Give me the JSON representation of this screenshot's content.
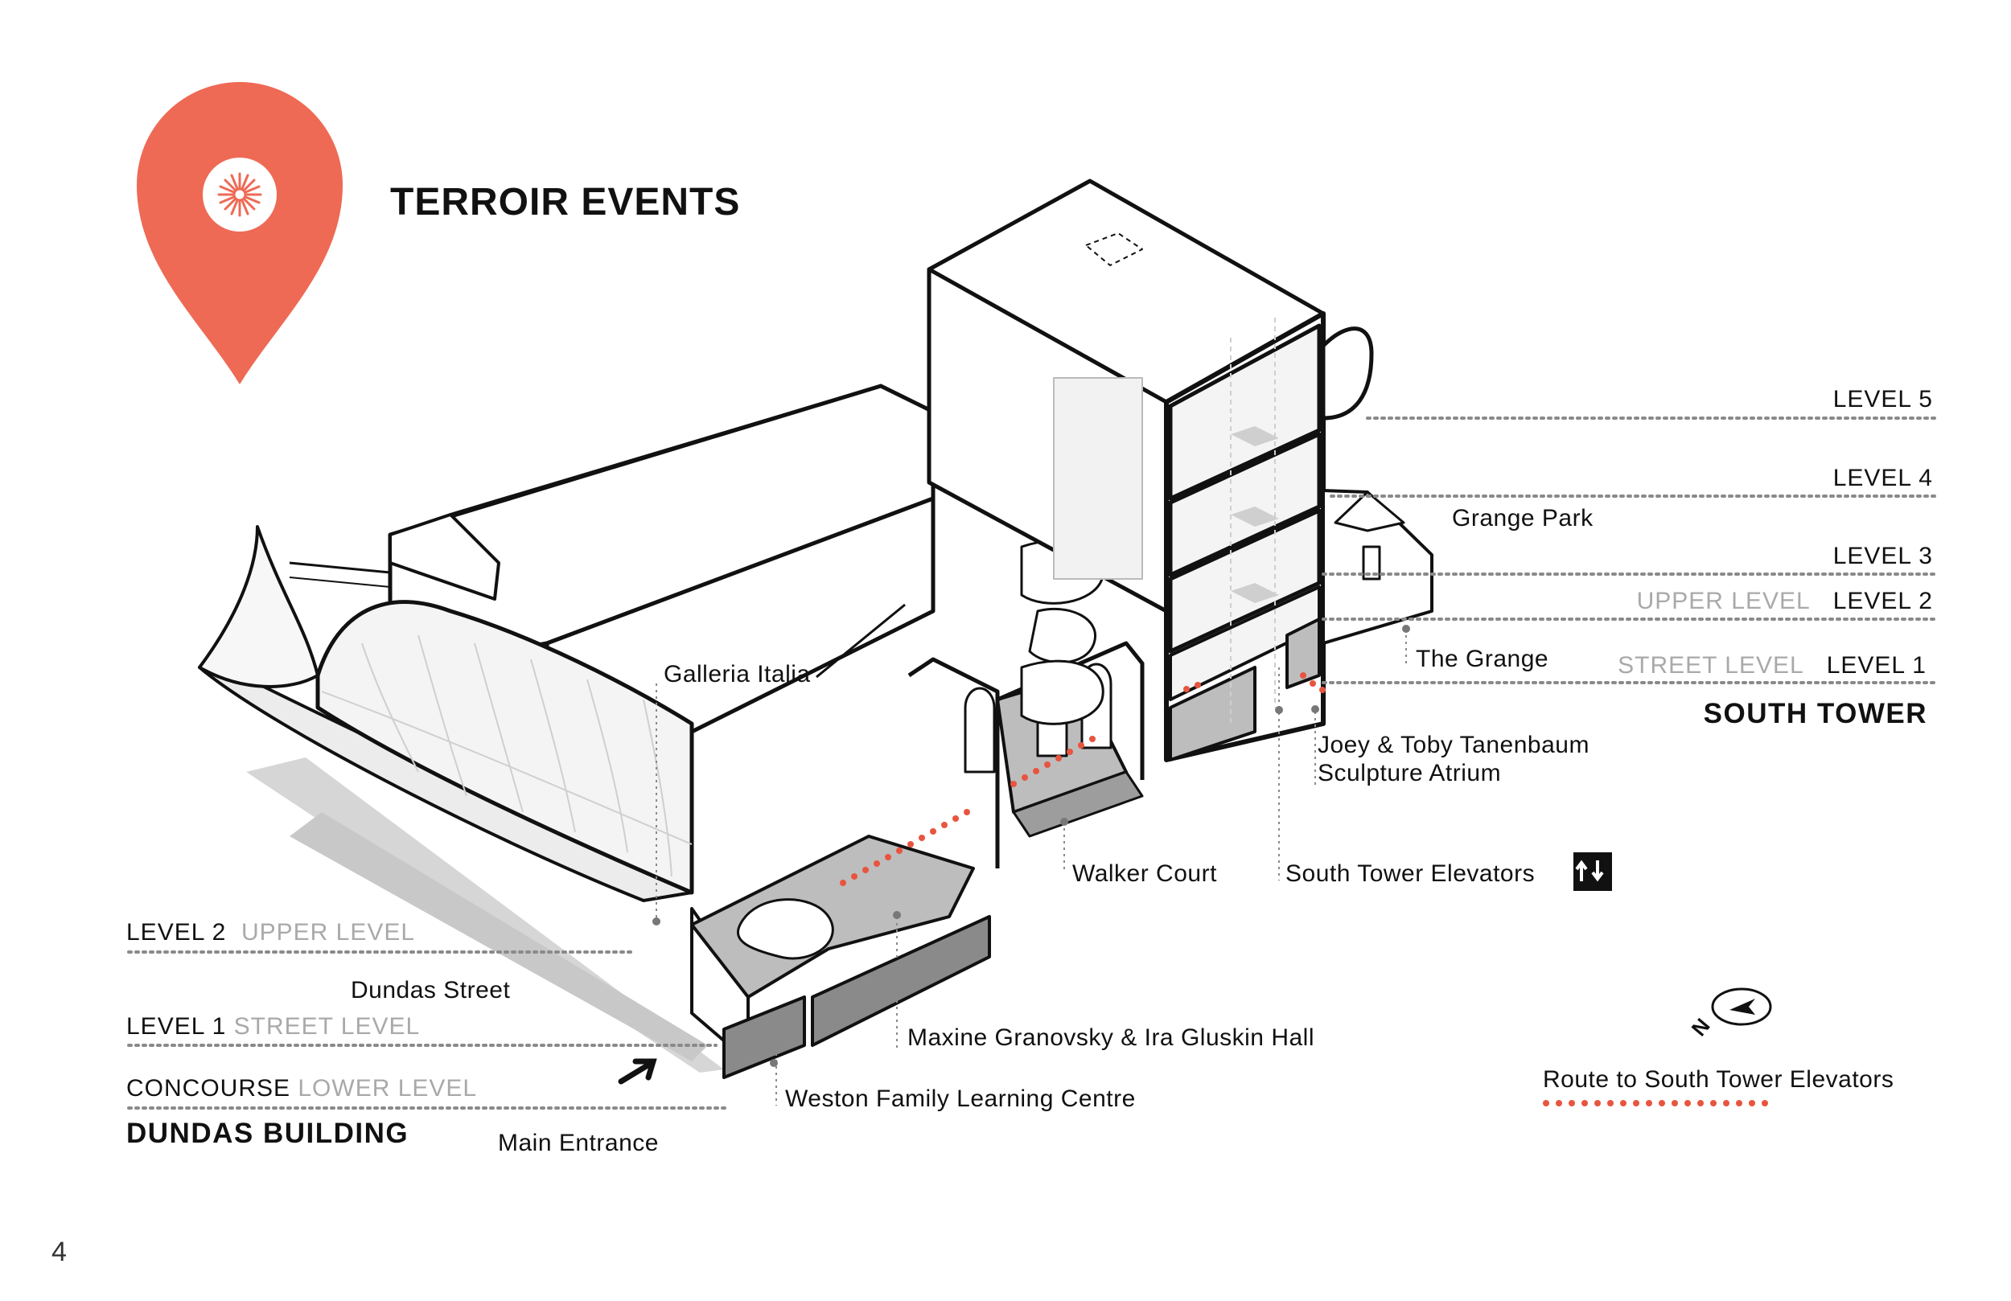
{
  "title": "TERROIR EVENTS",
  "page_number": "4",
  "south_tower": {
    "heading": "SOUTH TOWER",
    "levels": [
      {
        "level": "LEVEL 5",
        "alias": ""
      },
      {
        "level": "LEVEL 4",
        "alias": ""
      },
      {
        "level": "LEVEL 3",
        "alias": ""
      },
      {
        "level": "LEVEL 2",
        "alias": "UPPER LEVEL"
      },
      {
        "level": "LEVEL 1",
        "alias": "STREET LEVEL"
      }
    ]
  },
  "dundas_building": {
    "heading": "DUNDAS BUILDING",
    "levels": [
      {
        "level": "LEVEL 2",
        "alias": "UPPER LEVEL"
      },
      {
        "level": "LEVEL 1",
        "alias": "STREET LEVEL"
      },
      {
        "level": "CONCOURSE",
        "alias": "LOWER LEVEL"
      }
    ]
  },
  "places": {
    "grange_park": "Grange Park",
    "the_grange": "The Grange",
    "galleria_italia": "Galleria Italia",
    "joey_toby_line1": "Joey & Toby Tanenbaum",
    "joey_toby_line2": "Sculpture Atrium",
    "walker_court": "Walker Court",
    "south_tower_elevators": "South Tower Elevators",
    "dundas_street": "Dundas Street",
    "maxine_hall": "Maxine Granovsky & Ira Gluskin Hall",
    "weston_centre": "Weston Family Learning Centre",
    "main_entrance": "Main Entrance"
  },
  "legend": {
    "route_label": "Route to South Tower Elevators",
    "compass_letter": "N"
  },
  "icons": {
    "location_pin": "map-pin-icon",
    "elevator": "elevator-updown-icon",
    "entrance": "entrance-arrow-icon",
    "north": "north-arrow-icon"
  },
  "colors": {
    "accent": "#EE6A55",
    "route": "#E8553F",
    "floor_gray": "#BDBDBD",
    "dark_gray": "#8A8A8A",
    "level_alias_gray": "#A9A9A9"
  }
}
